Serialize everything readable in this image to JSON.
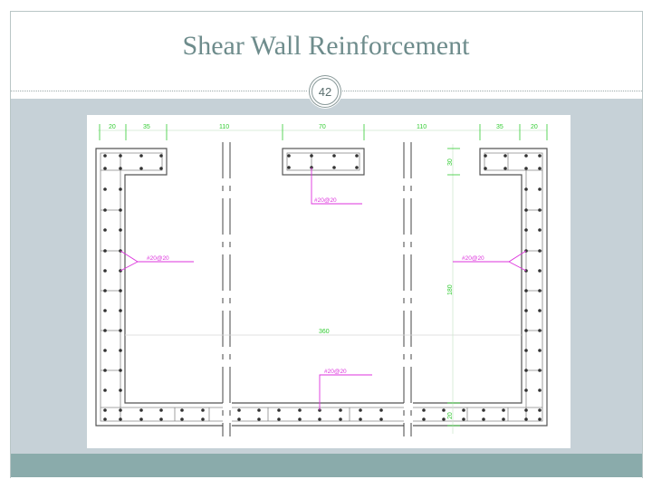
{
  "slide": {
    "title": "Shear Wall Reinforcement",
    "page_number": "42"
  },
  "colors": {
    "title": "#6e8c8c",
    "content_band": "#c6d1d7",
    "footer_band": "#8aabab",
    "dimension": "#33cc33",
    "annotation": "#dd33dd",
    "wall_line": "#555555",
    "rebar": "#333333"
  },
  "drawing": {
    "top_dimensions": [
      "20",
      "35",
      "110",
      "70",
      "110",
      "35",
      "20"
    ],
    "overall_width_dimension": "360",
    "right_dimensions": [
      "30",
      "180",
      "20"
    ],
    "rebar_labels": {
      "top_center": "#20@20",
      "left_wall": "#20@20",
      "right_wall": "#20@20",
      "bottom_center": "#20@20"
    }
  }
}
